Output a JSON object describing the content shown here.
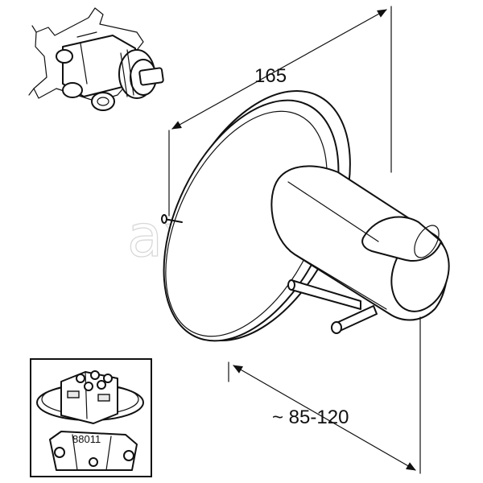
{
  "dimensions": {
    "diameter_label": "165",
    "projection_label": "~ 85-120"
  },
  "inset": {
    "part_number": "88011"
  },
  "watermark": {
    "text": "axor"
  }
}
